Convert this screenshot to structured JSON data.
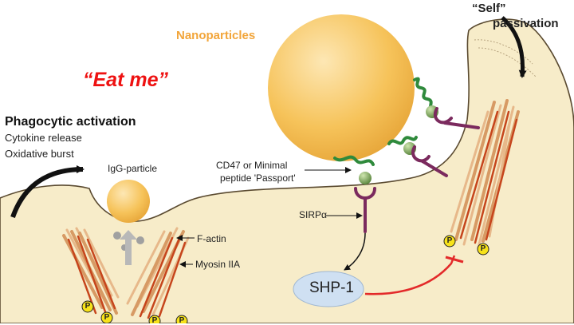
{
  "labels": {
    "nanoparticles": "Nanoparticles",
    "self_line1": "“Self”",
    "self_line2": "passivation",
    "eat_me": "“Eat me”",
    "phagocytic_activation": "Phagocytic activation",
    "cytokine_release": "Cytokine release",
    "oxidative_burst": "Oxidative burst",
    "igg_particle": "IgG-particle",
    "cd47_line1": "CD47 or Minimal",
    "cd47_line2": "peptide 'Passport'",
    "sirpa": "SIRPα",
    "f_actin": "F-actin",
    "myosin": "Myosin IIA",
    "shp1": "SHP-1",
    "phospho": "P"
  },
  "colors": {
    "cell_fill": "#f7ecc9",
    "cell_stroke": "#5a4a30",
    "nanoparticle": "#f6c35a",
    "receptor_purple": "#7b2a5e",
    "cd47_green": "#2f8a3c",
    "actin": "#d79a64",
    "myosin": "#c6451c",
    "shp1_fill": "#cfe0f2",
    "inhibit_red": "#e32a2a",
    "phospho_yellow": "#f7e21a"
  }
}
